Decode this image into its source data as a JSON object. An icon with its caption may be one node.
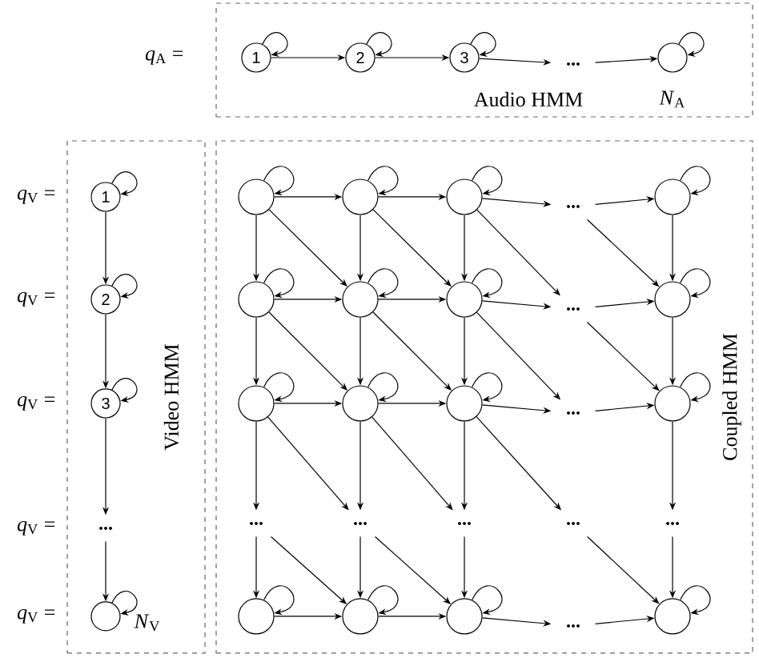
{
  "diagram": {
    "nodes": [
      {
        "text": [
          "Audio HMM"
        ]
      },
      {
        "text": [
          "1"
        ],
        "in": 0
      },
      {
        "text": [
          "2"
        ],
        "in": 0
      },
      {
        "text": [
          "3"
        ],
        "in": 0
      },
      {
        "text": [
          "..."
        ],
        "in": 0
      },
      {
        "text": [],
        "shape": "circle",
        "in": 0,
        "beside": [
          "*N*$_{A}$"
        ]
      },
      {
        "text": [
          "Video HMM"
        ]
      },
      {
        "text": [
          "1"
        ],
        "in": 6
      },
      {
        "text": [
          "2"
        ],
        "in": 6
      },
      {
        "text": [
          "3"
        ],
        "in": 6
      },
      {
        "text": [
          "..."
        ],
        "in": 6
      },
      {
        "text": [],
        "shape": "circle",
        "in": 6,
        "beside": [
          "*N*$_{V}$"
        ]
      },
      {
        "text": [
          "Coupled HMM"
        ]
      },
      {
        "text": [],
        "shape": "circle",
        "in": 12
      },
      {
        "text": [],
        "shape": "circle",
        "in": 12
      },
      {
        "text": [],
        "shape": "circle",
        "in": 12
      },
      {
        "text": [
          "..."
        ],
        "in": 12
      },
      {
        "text": [],
        "shape": "circle",
        "in": 12
      },
      {
        "text": [],
        "shape": "circle",
        "in": 12
      },
      {
        "text": [],
        "shape": "circle",
        "in": 12
      },
      {
        "text": [],
        "shape": "circle",
        "in": 12
      },
      {
        "text": [
          "..."
        ],
        "in": 12
      },
      {
        "text": [],
        "shape": "circle",
        "in": 12
      },
      {
        "text": [],
        "shape": "circle",
        "in": 12
      },
      {
        "text": [],
        "shape": "circle",
        "in": 12
      },
      {
        "text": [],
        "shape": "circle",
        "in": 12
      },
      {
        "text": [
          "..."
        ],
        "in": 12
      },
      {
        "text": [],
        "shape": "circle",
        "in": 12
      },
      {
        "text": [
          "..."
        ],
        "in": 12
      },
      {
        "text": [
          "..."
        ],
        "in": 12
      },
      {
        "text": [
          "..."
        ],
        "in": 12
      },
      {
        "text": [
          "..."
        ],
        "in": 12
      },
      {
        "text": [
          "..."
        ],
        "in": 12
      },
      {
        "text": [],
        "shape": "circle",
        "in": 12
      },
      {
        "text": [],
        "shape": "circle",
        "in": 12
      },
      {
        "text": [],
        "shape": "circle",
        "in": 12
      },
      {
        "text": [
          "..."
        ],
        "in": 12
      },
      {
        "text": [],
        "shape": "circle",
        "in": 12
      }
    ],
    "edges": [
      {
        "from": 1,
        "to": 1,
        "arrow": "to"
      },
      {
        "from": 1,
        "to": 2,
        "arrow": "to"
      },
      {
        "from": 2,
        "to": 2,
        "arrow": "to"
      },
      {
        "from": 2,
        "to": 3,
        "arrow": "to"
      },
      {
        "from": 3,
        "to": 3,
        "arrow": "to"
      },
      {
        "from": 3,
        "to": 4,
        "arrow": "to"
      },
      {
        "from": 4,
        "to": 5,
        "arrow": "to"
      },
      {
        "from": 5,
        "to": 5,
        "arrow": "to"
      },
      {
        "from": 7,
        "to": 7,
        "arrow": "to"
      },
      {
        "from": 7,
        "to": 8,
        "arrow": "to"
      },
      {
        "from": 8,
        "to": 8,
        "arrow": "to"
      },
      {
        "from": 8,
        "to": 9,
        "arrow": "to"
      },
      {
        "from": 9,
        "to": 9,
        "arrow": "to"
      },
      {
        "from": 9,
        "to": 10,
        "arrow": "to"
      },
      {
        "from": 10,
        "to": 11,
        "arrow": "to"
      },
      {
        "from": 11,
        "to": 11,
        "arrow": "to"
      },
      {
        "from": 13,
        "to": 13,
        "arrow": "to"
      },
      {
        "from": 14,
        "to": 14,
        "arrow": "to"
      },
      {
        "from": 15,
        "to": 15,
        "arrow": "to"
      },
      {
        "from": 17,
        "to": 17,
        "arrow": "to"
      },
      {
        "from": 13,
        "to": 14,
        "arrow": "to"
      },
      {
        "from": 14,
        "to": 15,
        "arrow": "to"
      },
      {
        "from": 15,
        "to": 16,
        "arrow": "to"
      },
      {
        "from": 16,
        "to": 17,
        "arrow": "to"
      },
      {
        "from": 13,
        "to": 18,
        "arrow": "to"
      },
      {
        "from": 14,
        "to": 19,
        "arrow": "to"
      },
      {
        "from": 15,
        "to": 20,
        "arrow": "to"
      },
      {
        "from": 17,
        "to": 22,
        "arrow": "to"
      },
      {
        "from": 13,
        "to": 19,
        "arrow": "to"
      },
      {
        "from": 14,
        "to": 20,
        "arrow": "to"
      },
      {
        "from": 15,
        "to": 21,
        "arrow": "to"
      },
      {
        "from": 16,
        "to": 22,
        "arrow": "to"
      },
      {
        "from": 18,
        "to": 18,
        "arrow": "to"
      },
      {
        "from": 19,
        "to": 19,
        "arrow": "to"
      },
      {
        "from": 20,
        "to": 20,
        "arrow": "to"
      },
      {
        "from": 22,
        "to": 22,
        "arrow": "to"
      },
      {
        "from": 18,
        "to": 19,
        "arrow": "to"
      },
      {
        "from": 19,
        "to": 20,
        "arrow": "to"
      },
      {
        "from": 20,
        "to": 21,
        "arrow": "to"
      },
      {
        "from": 21,
        "to": 22,
        "arrow": "to"
      },
      {
        "from": 18,
        "to": 23,
        "arrow": "to"
      },
      {
        "from": 19,
        "to": 24,
        "arrow": "to"
      },
      {
        "from": 20,
        "to": 25,
        "arrow": "to"
      },
      {
        "from": 22,
        "to": 27,
        "arrow": "to"
      },
      {
        "from": 18,
        "to": 24,
        "arrow": "to"
      },
      {
        "from": 19,
        "to": 25,
        "arrow": "to"
      },
      {
        "from": 20,
        "to": 26,
        "arrow": "to"
      },
      {
        "from": 21,
        "to": 27,
        "arrow": "to"
      },
      {
        "from": 23,
        "to": 23,
        "arrow": "to"
      },
      {
        "from": 24,
        "to": 24,
        "arrow": "to"
      },
      {
        "from": 25,
        "to": 25,
        "arrow": "to"
      },
      {
        "from": 27,
        "to": 27,
        "arrow": "to"
      },
      {
        "from": 23,
        "to": 24,
        "arrow": "to"
      },
      {
        "from": 24,
        "to": 25,
        "arrow": "to"
      },
      {
        "from": 25,
        "to": 26,
        "arrow": "to"
      },
      {
        "from": 26,
        "to": 27,
        "arrow": "to"
      },
      {
        "from": 23,
        "to": 28,
        "arrow": "to"
      },
      {
        "from": 24,
        "to": 29,
        "arrow": "to"
      },
      {
        "from": 25,
        "to": 30,
        "arrow": "to"
      },
      {
        "from": 27,
        "to": 32,
        "arrow": "to"
      },
      {
        "from": 23,
        "to": 29,
        "arrow": "to"
      },
      {
        "from": 24,
        "to": 30,
        "arrow": "to"
      },
      {
        "from": 25,
        "to": 31,
        "arrow": "to"
      },
      {
        "from": 28,
        "to": 33,
        "arrow": "to"
      },
      {
        "from": 29,
        "to": 34,
        "arrow": "to"
      },
      {
        "from": 30,
        "to": 35,
        "arrow": "to"
      },
      {
        "from": 32,
        "to": 37,
        "arrow": "to"
      },
      {
        "from": 28,
        "to": 34,
        "arrow": "to"
      },
      {
        "from": 29,
        "to": 35,
        "arrow": "to"
      },
      {
        "from": 31,
        "to": 37,
        "arrow": "to"
      },
      {
        "from": 33,
        "to": 33,
        "arrow": "to"
      },
      {
        "from": 34,
        "to": 34,
        "arrow": "to"
      },
      {
        "from": 35,
        "to": 35,
        "arrow": "to"
      },
      {
        "from": 37,
        "to": 37,
        "arrow": "to"
      },
      {
        "from": 33,
        "to": 34,
        "arrow": "to"
      },
      {
        "from": 34,
        "to": 35,
        "arrow": "to"
      },
      {
        "from": 35,
        "to": 36,
        "arrow": "to"
      },
      {
        "from": 36,
        "to": 37,
        "arrow": "to"
      }
    ],
    "labels": [
      "*q*$_{A}$ =",
      "*q*$_{V}$ =",
      "*q*$_{V}$ =",
      "*q*$_{V}$ =",
      "*q*$_{V}$ =",
      "*q*$_{V}$ ="
    ]
  }
}
